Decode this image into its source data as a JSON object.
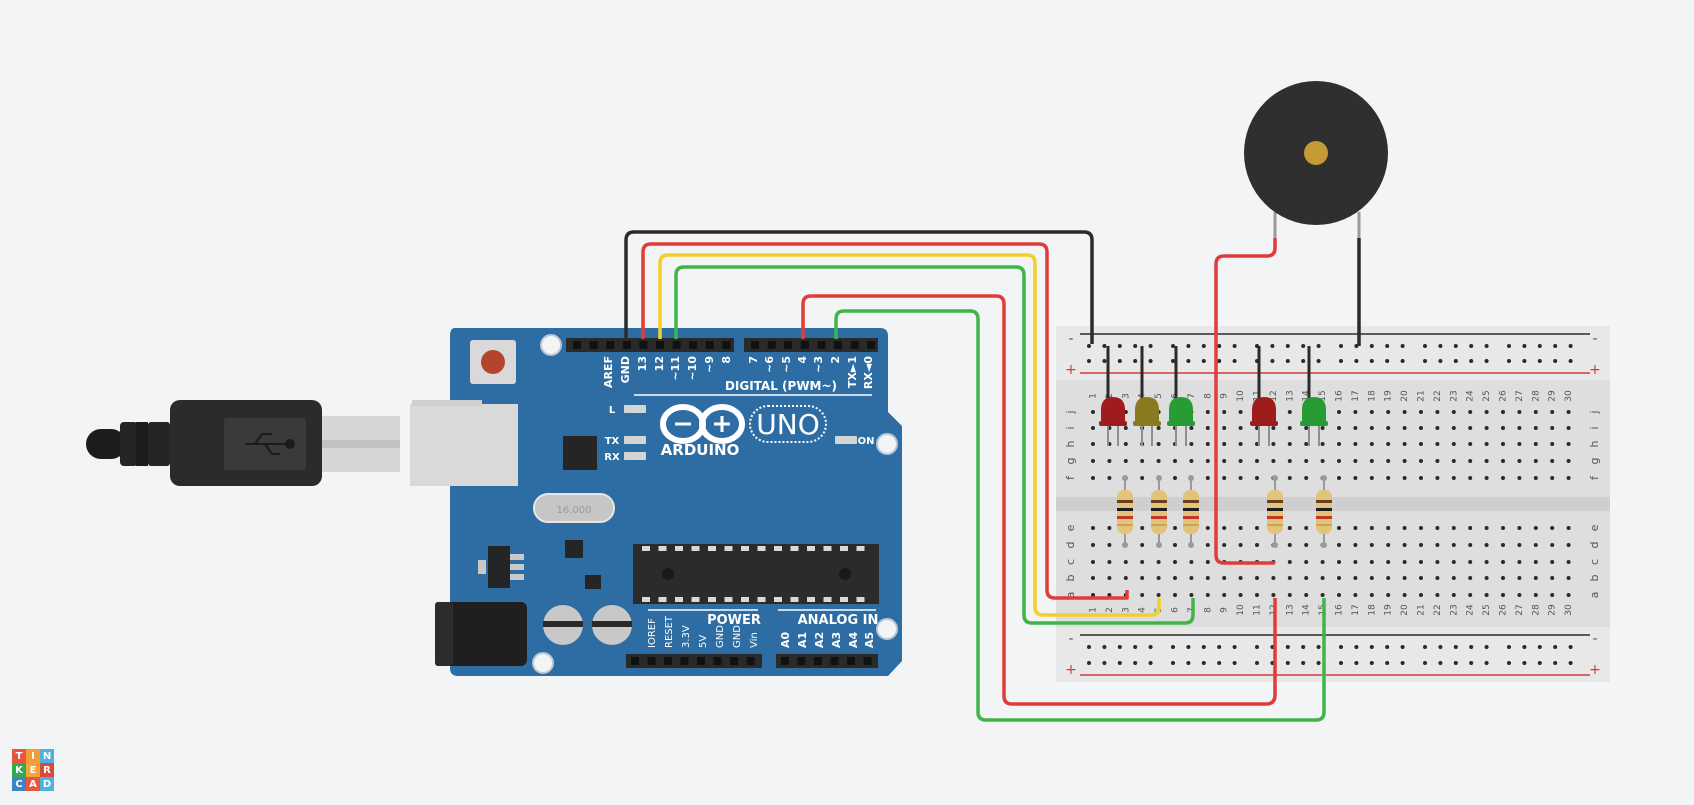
{
  "arduino": {
    "brand": "ARDUINO",
    "model": "UNO",
    "digital_label": "DIGITAL (PWM~)",
    "power_label": "POWER",
    "analog_label": "ANALOG IN",
    "on_label": "ON",
    "l_label": "L",
    "tx_label": "TX",
    "rx_label": "RX",
    "crystal_label": "16.000",
    "digital_pins": [
      "AREF",
      "GND",
      "13",
      "12",
      "~11",
      "~10",
      "~9",
      "8",
      "7",
      "~6",
      "~5",
      "4",
      "~3",
      "2",
      "TX►1",
      "RX◄0"
    ],
    "power_pins": [
      "IOREF",
      "RESET",
      "3.3V",
      "5V",
      "GND",
      "GND",
      "Vin"
    ],
    "analog_pins": [
      "A0",
      "A1",
      "A2",
      "A3",
      "A4",
      "A5"
    ]
  },
  "breadboard": {
    "rows_top": [
      "j",
      "i",
      "h",
      "g",
      "f"
    ],
    "rows_bottom": [
      "e",
      "d",
      "c",
      "b",
      "a"
    ],
    "columns": [
      "1",
      "2",
      "3",
      "4",
      "5",
      "6",
      "7",
      "8",
      "9",
      "10",
      "11",
      "12",
      "13",
      "14",
      "15",
      "16",
      "17",
      "18",
      "19",
      "20",
      "21",
      "22",
      "23",
      "24",
      "25",
      "26",
      "27",
      "28",
      "29",
      "30"
    ],
    "minus": "-",
    "plus": "+"
  },
  "logo": {
    "letters": [
      "T",
      "I",
      "N",
      "K",
      "E",
      "R",
      "C",
      "A",
      "D"
    ]
  },
  "colors": {
    "board": "#2d6da3",
    "wire_red": "#e23b3b",
    "wire_yellow": "#f2d02c",
    "wire_green": "#3fb548",
    "wire_black": "#2b2b2b",
    "led_red": "#9e1c1c",
    "led_yellow": "#8a7a1f",
    "led_green": "#279b34",
    "buzzer": "#2f2f2f",
    "logo": [
      "#e8563f",
      "#f29d38",
      "#4fb1de",
      "#35a852",
      "#f2a33a",
      "#d84a3b",
      "#3c84c6",
      "#e8563f",
      "#4fb1de"
    ]
  }
}
